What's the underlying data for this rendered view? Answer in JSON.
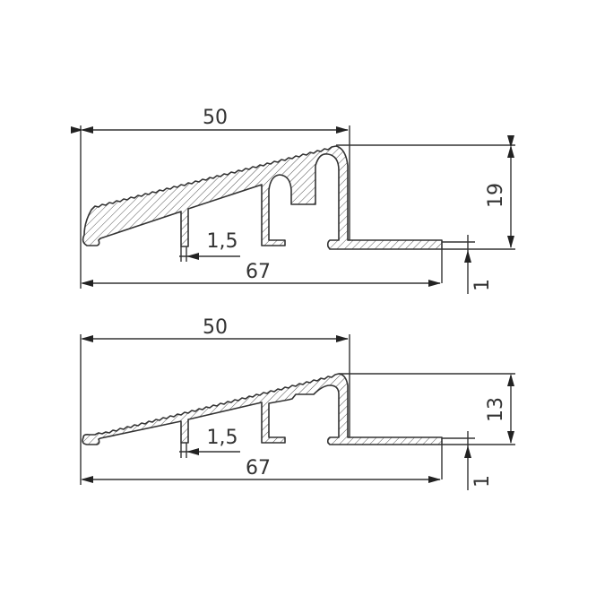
{
  "drawings": [
    {
      "name": "profile-19",
      "dimensions": {
        "top_width": "50",
        "total_width": "67",
        "web_thickness": "1,5",
        "height": "19",
        "flange_thickness": "1"
      }
    },
    {
      "name": "profile-13",
      "dimensions": {
        "top_width": "50",
        "total_width": "67",
        "web_thickness": "1,5",
        "height": "13",
        "flange_thickness": "1"
      }
    }
  ],
  "colors": {
    "line": "#333333",
    "background": "#ffffff"
  }
}
